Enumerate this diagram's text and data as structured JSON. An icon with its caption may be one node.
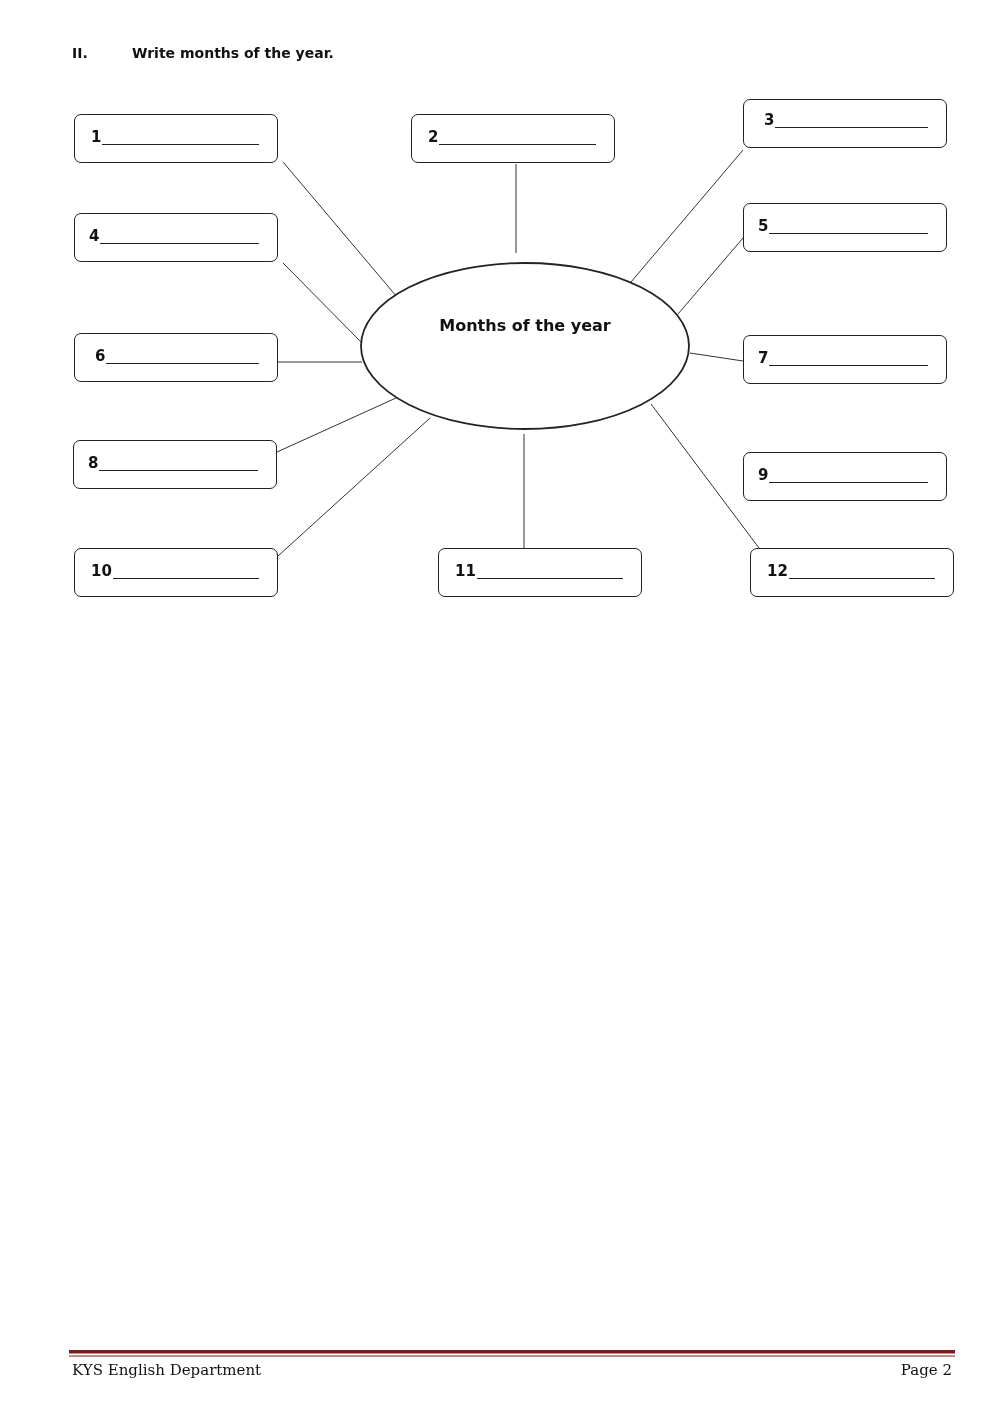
{
  "diagram": {
    "title": "Write months of the year.",
    "nodes": [
      {
        "text": [
          "Months of the year"
        ]
      },
      {
        "text": [
          "1"
        ]
      },
      {
        "text": [
          "2"
        ]
      },
      {
        "text": [
          "3"
        ]
      },
      {
        "text": [
          "4"
        ]
      },
      {
        "text": [
          "5"
        ]
      },
      {
        "text": [
          "6"
        ]
      },
      {
        "text": [
          "7"
        ]
      },
      {
        "text": [
          "8"
        ]
      },
      {
        "text": [
          "9"
        ]
      },
      {
        "text": [
          "10"
        ]
      },
      {
        "text": [
          "11"
        ]
      },
      {
        "text": [
          "12"
        ]
      }
    ],
    "edges": [
      {
        "from": 1,
        "to": 0,
        "arrow": "none"
      },
      {
        "from": 2,
        "to": 0,
        "arrow": "none"
      },
      {
        "from": 3,
        "to": 0,
        "arrow": "none"
      },
      {
        "from": 4,
        "to": 0,
        "arrow": "none"
      },
      {
        "from": 5,
        "to": 0,
        "arrow": "none"
      },
      {
        "from": 6,
        "to": 0,
        "arrow": "none"
      },
      {
        "from": 7,
        "to": 0,
        "arrow": "none"
      },
      {
        "from": 8,
        "to": 0,
        "arrow": "none"
      },
      {
        "from": 10,
        "to": 0,
        "arrow": "none"
      },
      {
        "from": 11,
        "to": 0,
        "arrow": "none"
      },
      {
        "from": 12,
        "to": 0,
        "arrow": "none"
      }
    ],
    "labels": [
      "II.",
      "KYS English Department",
      "Page 2"
    ]
  }
}
